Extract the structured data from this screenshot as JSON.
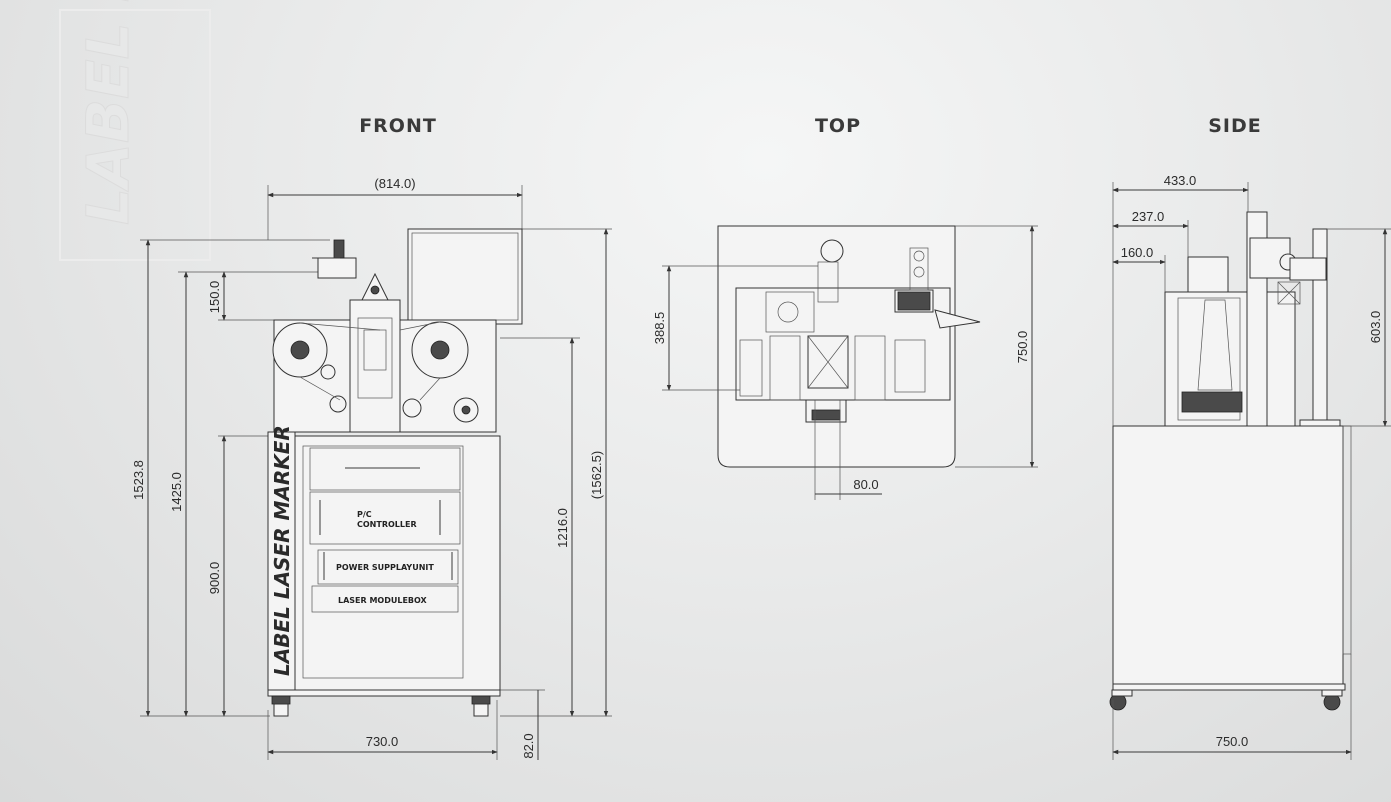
{
  "watermark": {
    "text": "LABEL L"
  },
  "views": {
    "front": {
      "title": "FRONT"
    },
    "top": {
      "title": "TOP"
    },
    "side": {
      "title": "SIDE"
    }
  },
  "front_dims": {
    "overall_width": "(814.0)",
    "base_width": "730.0",
    "total_height": "1523.8",
    "upper_height": "1425.0",
    "cabinet_height": "900.0",
    "top_offset": "150.0",
    "mid_height": "1216.0",
    "full_height": "(1562.5)",
    "caster_height": "82.0"
  },
  "front_labels": {
    "brand": "LABEL LASER MARKER",
    "pc_controller_line1": "P/C",
    "pc_controller_line2": "CONTROLLER",
    "power_supply": "POWER SUPPLAYUNIT",
    "laser_module": "LASER MODULEBOX"
  },
  "top_dims": {
    "left_offset": "388.5",
    "depth": "750.0",
    "center_offset": "80.0"
  },
  "side_dims": {
    "overall_depth": "433.0",
    "mid_depth": "237.0",
    "inner_depth": "160.0",
    "upper_height": "603.0",
    "base_depth": "750.0"
  }
}
